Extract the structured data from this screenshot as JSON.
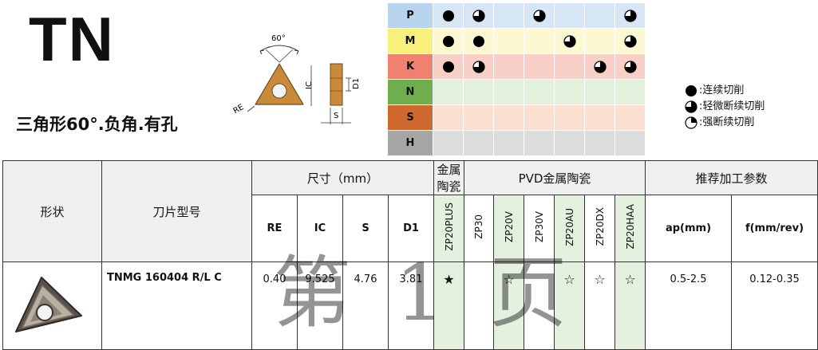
{
  "header": {
    "title": "TN",
    "subtitle": "三角形60°.负角.有孔"
  },
  "drawing": {
    "angle_label": "60°",
    "re_label": "RE",
    "ic_label": "IC",
    "s_label": "S",
    "d1_label": "D1"
  },
  "iso_chart": {
    "rows": [
      {
        "label": "P",
        "color": "#b8d4ee",
        "symbols": [
          "full",
          "three",
          "",
          "three",
          "",
          "",
          "three"
        ]
      },
      {
        "label": "M",
        "color": "#f7f07a",
        "symbols": [
          "full",
          "full",
          "",
          "",
          "three",
          "",
          "three"
        ]
      },
      {
        "label": "K",
        "color": "#f08070",
        "symbols": [
          "full",
          "three",
          "",
          "",
          "",
          "three",
          "three"
        ]
      },
      {
        "label": "N",
        "color": "#6fad4e",
        "symbols": [
          "",
          "",
          "",
          "",
          "",
          "",
          ""
        ]
      },
      {
        "label": "S",
        "color": "#d0692e",
        "symbols": [
          "",
          "",
          "",
          "",
          "",
          "",
          ""
        ]
      },
      {
        "label": "H",
        "color": "#a6a6a6",
        "symbols": [
          "",
          "",
          "",
          "",
          "",
          "",
          ""
        ]
      }
    ],
    "row_tints": [
      "#d6e6f4",
      "#fbf8d2",
      "#f9d0c8",
      "#e3f0dc",
      "#fbe0d2",
      "#dcdcdc"
    ]
  },
  "legend": [
    {
      "symbol": "full",
      "text": ":连续切削"
    },
    {
      "symbol": "three",
      "text": ":轻微断续切削"
    },
    {
      "symbol": "half",
      "text": ":强断续切削"
    }
  ],
  "table": {
    "col_shape": "形状",
    "col_model": "刀片型号",
    "group_size": "尺寸（mm）",
    "group_ceramic": "金属陶瓷",
    "group_pvd": "PVD金属陶瓷",
    "group_params": "推荐加工参数",
    "size_cols": [
      "RE",
      "IC",
      "S",
      "D1"
    ],
    "grades": [
      "ZP20PLUS",
      "ZP30",
      "ZP20V",
      "ZP30V",
      "ZP20AU",
      "ZP20DX",
      "ZP20HAA"
    ],
    "param_cols": [
      "ap(mm)",
      "f(mm/rev)"
    ],
    "row": {
      "model": "TNMG 160404 R/L C",
      "re": "0.40",
      "ic": "9.525",
      "s": "4.76",
      "d1": "3.81",
      "grade_marks": [
        "★",
        "",
        "☆",
        "",
        "☆",
        "☆",
        "☆"
      ],
      "ap": "0.5-2.5",
      "f": "0.12-0.35"
    }
  },
  "watermark": "第 1 页",
  "colors": {
    "insert_gold": "#c98a3a",
    "grade_green": "#e4f1df"
  }
}
